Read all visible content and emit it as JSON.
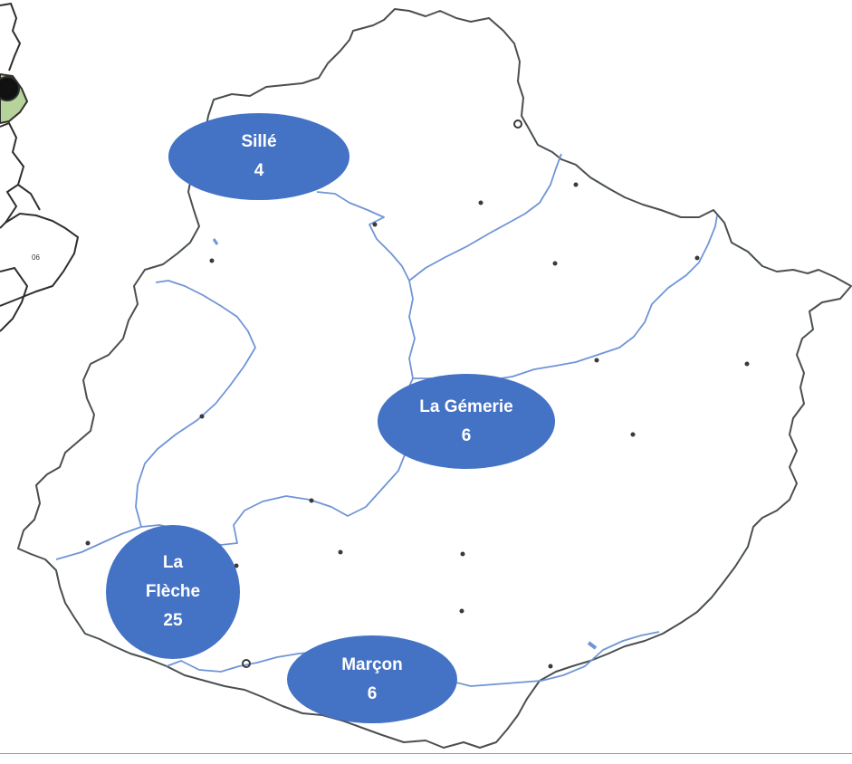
{
  "colors": {
    "bubble": "#4472c4",
    "bubble_text": "#ffffff",
    "border": "#4a4f52",
    "river": "#6f95d6",
    "inset_region": "#b5d39a"
  },
  "inset": {
    "department_code": "06"
  },
  "sites": [
    {
      "id": "sille",
      "name": "Sillé",
      "count": "4"
    },
    {
      "id": "la-gemerie",
      "name": "La Gémerie",
      "count": "6"
    },
    {
      "id": "la-fleche",
      "name_line1": "La",
      "name_line2": "Flèche",
      "count": "25"
    },
    {
      "id": "marcon",
      "name": "Marçon",
      "count": "6"
    }
  ]
}
